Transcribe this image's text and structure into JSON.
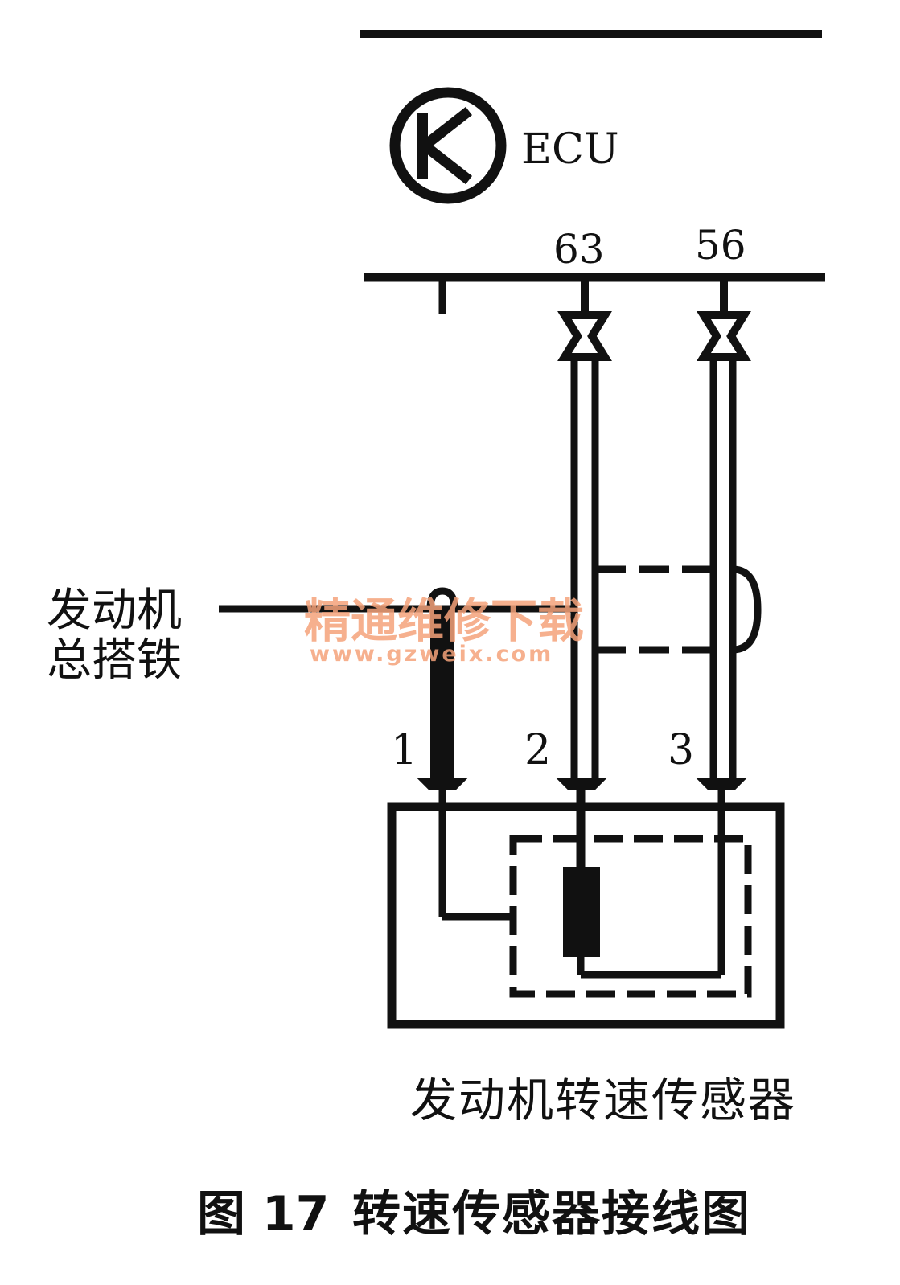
{
  "ecu": {
    "label": "ECU",
    "icon": "ecu-symbol-icon"
  },
  "pins": {
    "ecu_pin_a": "63",
    "ecu_pin_b": "56"
  },
  "connector": {
    "pin_1": "1",
    "pin_2": "2",
    "pin_3": "3"
  },
  "ground": {
    "line_1": "发动机",
    "line_2": "总搭铁"
  },
  "sensor": {
    "label": "发动机转速传感器"
  },
  "caption": {
    "figure_no": "图 17",
    "title": "转速传感器接线图"
  },
  "watermark": {
    "name": "精通维修下载",
    "url": "www.gzweix.com",
    "color": "#f5a27a"
  }
}
